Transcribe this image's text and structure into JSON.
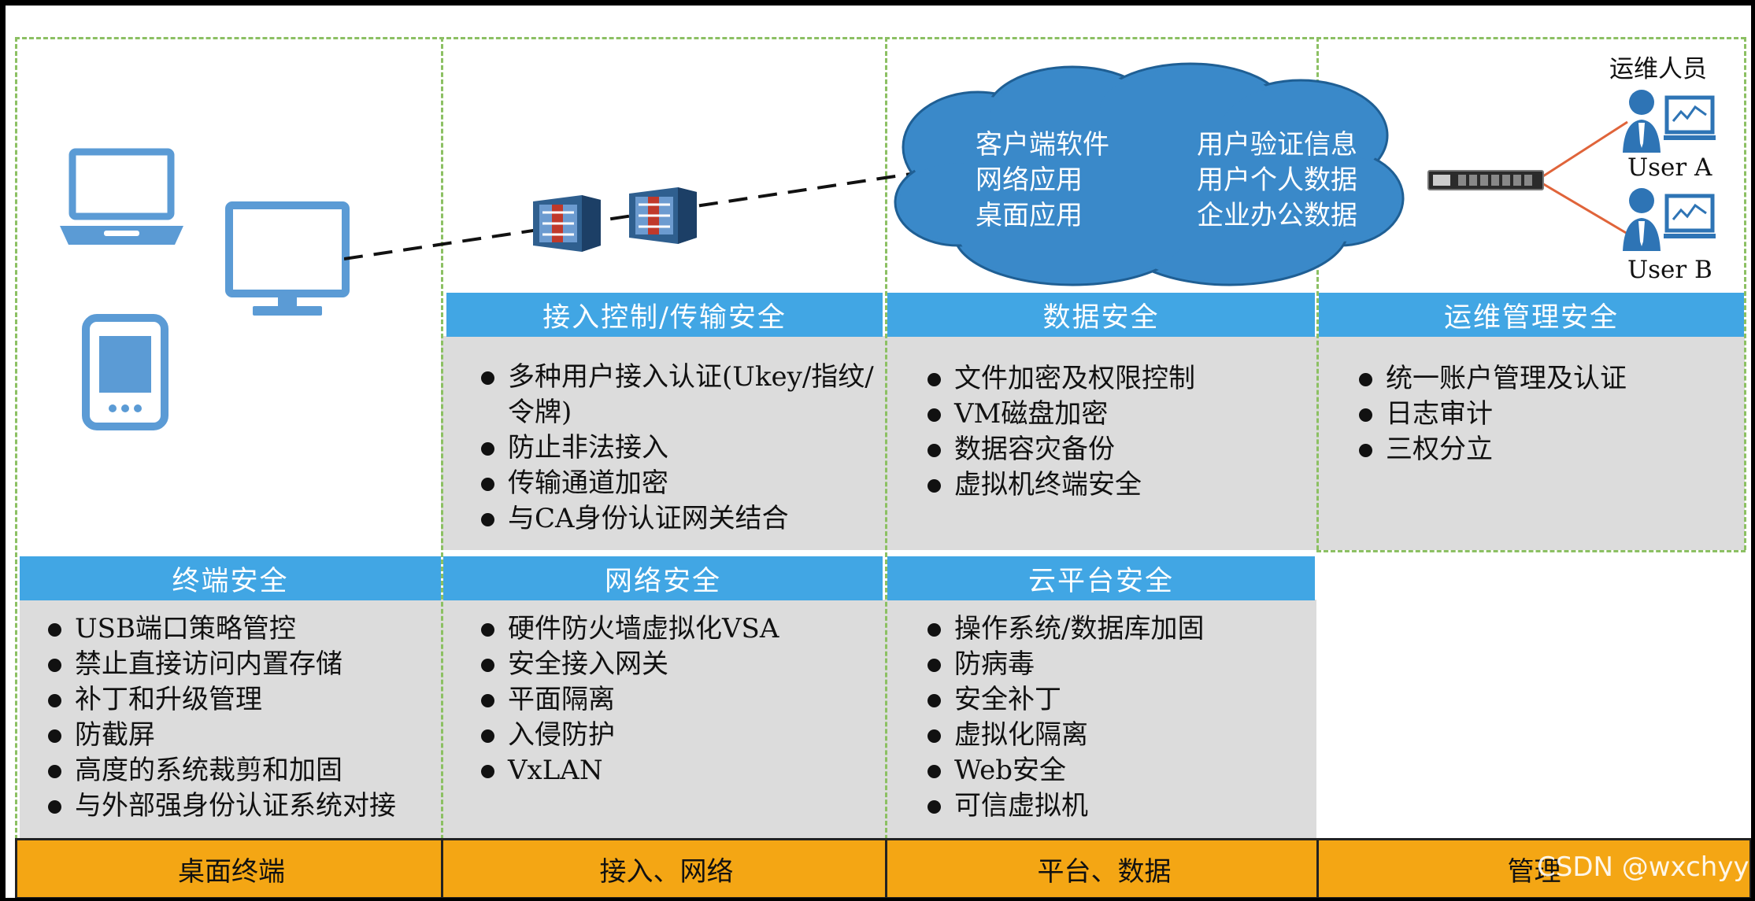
{
  "columns": {
    "desktop": {
      "blue_title": "终端安全",
      "items": [
        "USB端口策略管控",
        "禁止直接访问内置存储",
        "补丁和升级管理",
        "防截屏",
        "高度的系统裁剪和加固",
        "与外部强身份认证系统对接"
      ],
      "footer": "桌面终端"
    },
    "access": {
      "top_title": "接入控制/传输安全",
      "top_items": [
        "多种用户接入认证(Ukey/指纹/令牌)",
        "防止非法接入",
        "传输通道加密",
        "与CA身份认证网关结合"
      ],
      "blue_title": "网络安全",
      "items": [
        "硬件防火墙虚拟化VSA",
        "安全接入网关",
        "平面隔离",
        "入侵防护",
        "VxLAN"
      ],
      "footer": "接入、网络"
    },
    "platform": {
      "top_title": "数据安全",
      "top_items": [
        "文件加密及权限控制",
        "VM磁盘加密",
        "数据容灾备份",
        "虚拟机终端安全"
      ],
      "blue_title": "云平台安全",
      "items": [
        "操作系统/数据库加固",
        "防病毒",
        "安全补丁",
        "虚拟化隔离",
        "Web安全",
        "可信虚拟机"
      ],
      "footer": "平台、数据"
    },
    "management": {
      "top_title": "运维管理安全",
      "top_items": [
        "统一账户管理及认证",
        "日志审计",
        "三权分立"
      ],
      "footer": "管理"
    }
  },
  "cloud": {
    "left_lines": [
      "客户端软件",
      "网络应用",
      "桌面应用"
    ],
    "right_lines": [
      "用户验证信息",
      "用户个人数据",
      "企业办公数据"
    ]
  },
  "ops": {
    "title": "运维人员",
    "user_a": "User A",
    "user_b": "User B"
  },
  "watermark": "CSDN @wxchyy",
  "colors": {
    "blue_bar": "#41a6e4",
    "gray_box": "#dcdcdc",
    "orange_bar": "#f4a614",
    "cloud": "#3a89c9",
    "device_blue": "#5b9bd5",
    "dashed_border": "#8cc063"
  },
  "icons": [
    "laptop-icon",
    "monitor-icon",
    "tablet-icon",
    "firewall-icon",
    "cloud-icon",
    "server-icon",
    "user-icon"
  ]
}
